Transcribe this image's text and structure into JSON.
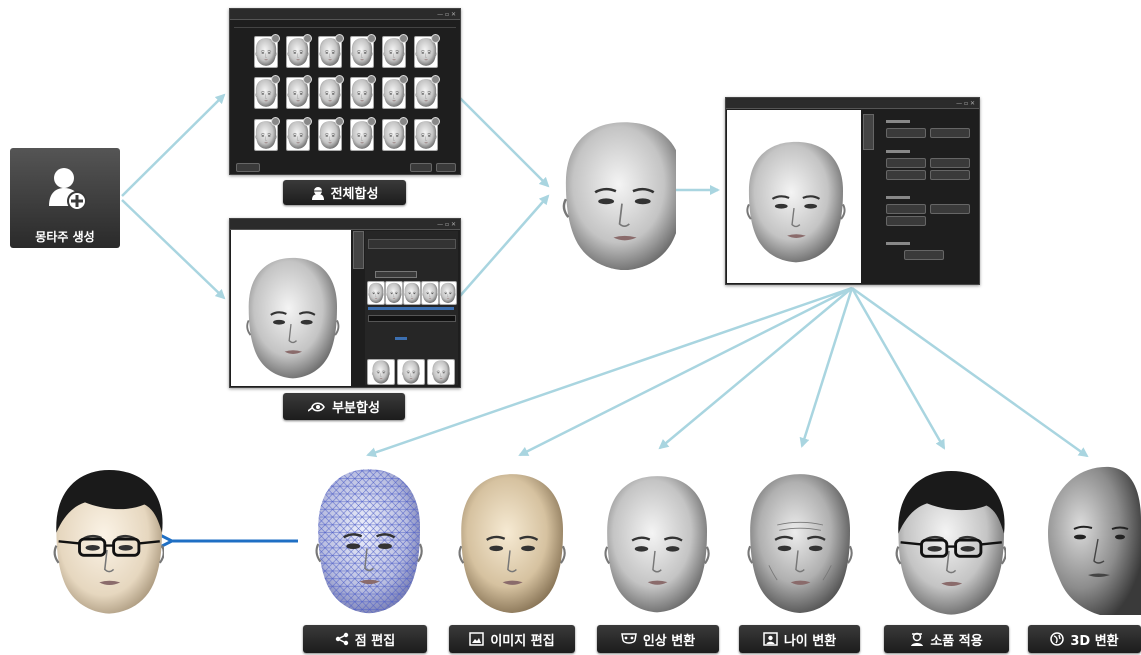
{
  "create_tile": {
    "label": "몽타주 생성",
    "icon": "add-user-icon"
  },
  "full_synthesis": {
    "label": "전체합성",
    "icon": "face-synthesis-icon"
  },
  "partial_synthesis": {
    "label": "부분합성",
    "icon": "partial-face-icon"
  },
  "functions": [
    {
      "label": "점 편집",
      "icon": "share-points-icon"
    },
    {
      "label": "이미지 편집",
      "icon": "image-icon"
    },
    {
      "label": "인상 변환",
      "icon": "mask-icon"
    },
    {
      "label": "나이 변환",
      "icon": "portrait-icon"
    },
    {
      "label": "소품 적용",
      "icon": "person-accessory-icon"
    },
    {
      "label": "3D 변환",
      "icon": "3d-sphere-icon"
    }
  ],
  "colors": {
    "arrow": "#a9d5e0",
    "result_arrow": "#1f6fc4",
    "button_bg": "#2a2a2a",
    "app_bg": "#1e1e1e"
  }
}
